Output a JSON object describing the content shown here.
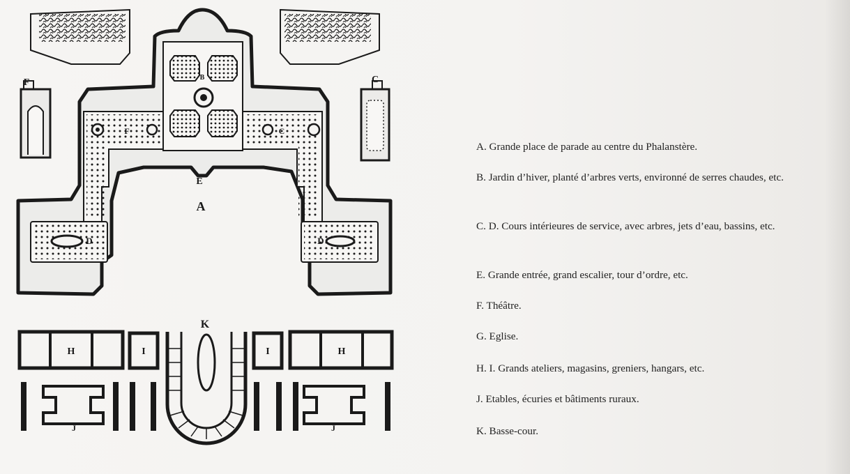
{
  "plan": {
    "labels": {
      "A": "A",
      "B": "B",
      "C": "C",
      "D_left": "D",
      "D_right": "D",
      "E": "E",
      "F": "F",
      "F_inner": "F",
      "C_inner": "C",
      "H_left": "H",
      "H_right": "H",
      "I_left": "I",
      "I_right": "I",
      "J_left": "J",
      "J_right": "J",
      "K": "K"
    },
    "colors": {
      "ink": "#1a1a1a",
      "paper": "#f5f4f2"
    }
  },
  "legend": [
    "A. Grande place de parade au centre du Phalanstère.",
    "B. Jardin d’hiver, planté d’arbres verts, environné de serres chaudes, etc.",
    "C. D. Cours intérieures de service, avec arbres, jets d’eau, bassins, etc.",
    "E. Grande entrée, grand escalier, tour d’ordre, etc.",
    "F. Théâtre.",
    "G. Eglise.",
    "H. I. Grands ateliers, magasins, greniers, hangars, etc.",
    "J. Etables, écuries et bâtiments ruraux.",
    "K. Basse-cour."
  ]
}
